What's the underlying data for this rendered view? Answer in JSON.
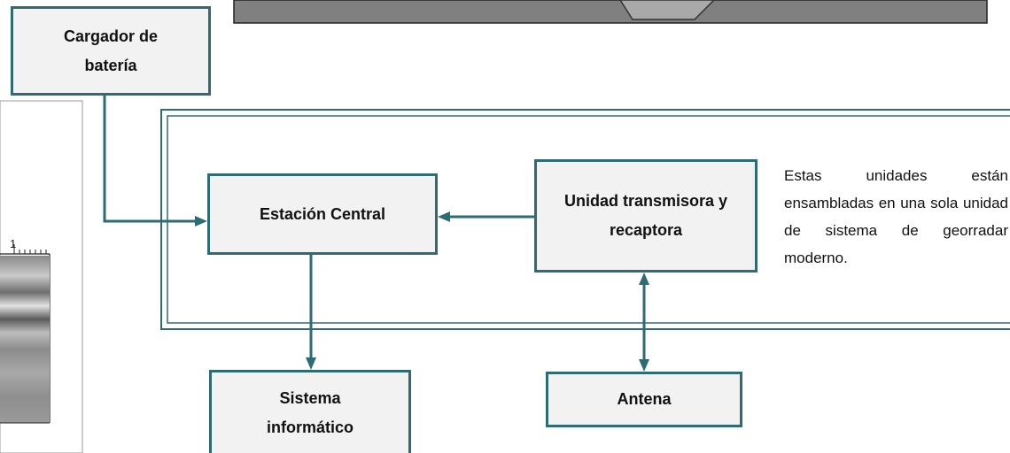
{
  "colors": {
    "box_border": "#2e6b73",
    "box_fill": "#f2f2f2",
    "arrow": "#2e6b73",
    "group_border": "#2e6b73"
  },
  "boxes": {
    "cargador": "Cargador de batería",
    "estacion": "Estación Central",
    "unidad": "Unidad transmisora y recaptora",
    "sistema": "Sistema informático",
    "antena": "Antena"
  },
  "note": "Estas unidades están ensambladas en una sola unidad de sistema de georradar moderno.",
  "figure": {
    "tick_label": "1"
  }
}
